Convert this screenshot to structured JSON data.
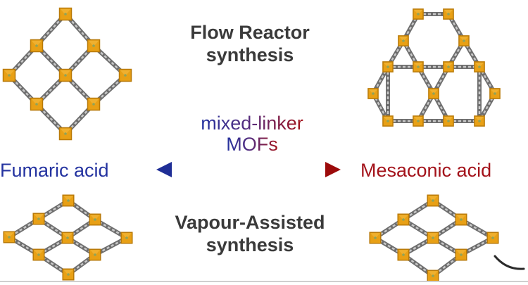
{
  "labels": {
    "flow_reactor": [
      "Flow Reactor",
      "synthesis"
    ],
    "vapour_assisted": [
      "Vapour-Assisted",
      "synthesis"
    ],
    "mixed_linker": [
      "mixed-linker",
      "MOFs"
    ],
    "fumaric_acid": "Fumaric acid",
    "mesaconic_acid": "Mesaconic acid"
  },
  "colors": {
    "fumaric_blue": "#2433a0",
    "mesaconic_red": "#a3121a",
    "title_gray": "#3a3a3a",
    "metal_node": "#e8a015",
    "metal_node_edge": "#b97a08",
    "linker_gray": "#8a8a8a",
    "baseline_gray": "#cfcfcf"
  },
  "structures": [
    {
      "name": "fumaric-flow-structure",
      "topology": "square-grid",
      "node_count": 9
    },
    {
      "name": "mesaconic-flow-structure",
      "topology": "triangular",
      "node_count": 15
    },
    {
      "name": "fumaric-vapour-structure",
      "topology": "rhombic-grid",
      "node_count": 9
    },
    {
      "name": "mesaconic-vapour-structure",
      "topology": "rhombic-grid",
      "node_count": 9
    }
  ],
  "arrow": {
    "type": "double-headed",
    "from": "Fumaric acid",
    "to": "Mesaconic acid"
  }
}
